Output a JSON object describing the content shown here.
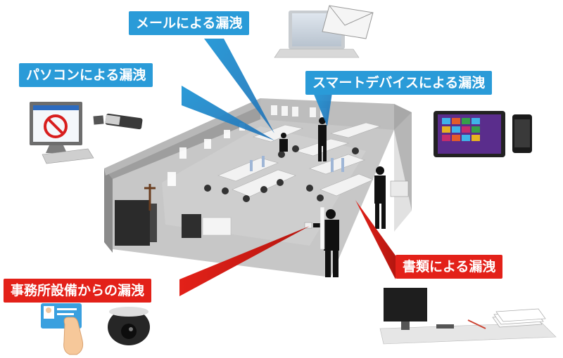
{
  "labels": {
    "email": "メールによる漏洩",
    "pc": "パソコンによる漏洩",
    "smart_device": "スマートデバイスによる漏洩",
    "documents": "書類による漏洩",
    "office_equipment": "事務所設備からの漏洩"
  },
  "colors": {
    "blue_label": "#2a9bd8",
    "red_label": "#e32119",
    "floor": "#c9c9c9",
    "wall": "#a9a9a9"
  }
}
